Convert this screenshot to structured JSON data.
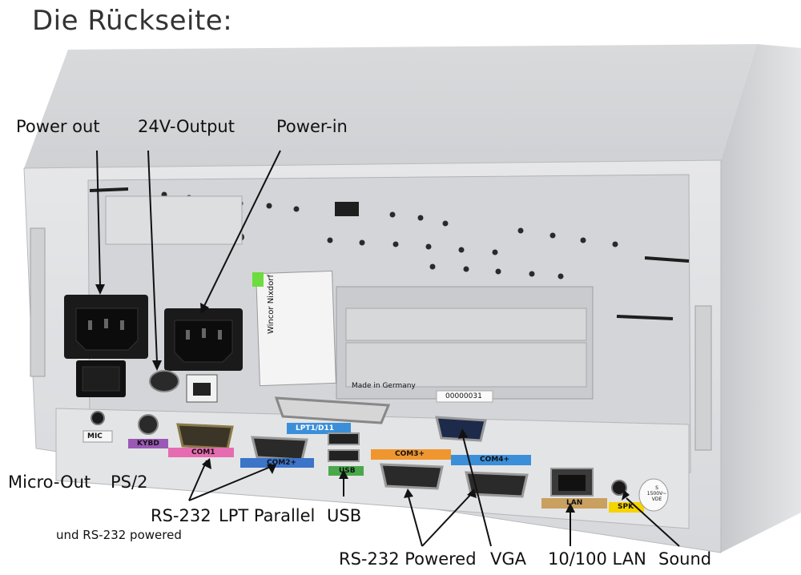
{
  "title": "Die Rückseite:",
  "callouts": {
    "power_out": "Power out",
    "output_24v": "24V-Output",
    "power_in": "Power-in",
    "micro_out": "Micro-Out",
    "ps2": "PS/2",
    "rs232": "RS-232",
    "rs232_sub": "und RS-232 powered",
    "lpt": "LPT Parallel",
    "usb": "USB",
    "rs232_powered": "RS-232 Powered",
    "vga": "VGA",
    "lan": "10/100 LAN",
    "sound": "Sound"
  },
  "port_tags": {
    "mic": "MIC",
    "kybd": "KYBD",
    "com1": "COM1",
    "com2": "COM2+",
    "lpt1": "LPT1/D11",
    "usb": "USB",
    "com3": "COM3+",
    "com4": "COM4+",
    "lan": "LAN",
    "spk": "SPK"
  },
  "device_text": {
    "brand": "Wincor Nixdorf",
    "made_in": "Made in Germany",
    "serial": "00000031",
    "fuse_badge": "S 1500V~ VDE"
  },
  "colors": {
    "kybd": "#9b59b6",
    "com1": "#e56cb0",
    "com2": "#3b74c9",
    "lpt1": "#3b8fd9",
    "usb": "#4aa84a",
    "com3": "#f0962e",
    "com4": "#3b8fd9",
    "lan": "#c9a060",
    "spk": "#f5d400"
  }
}
